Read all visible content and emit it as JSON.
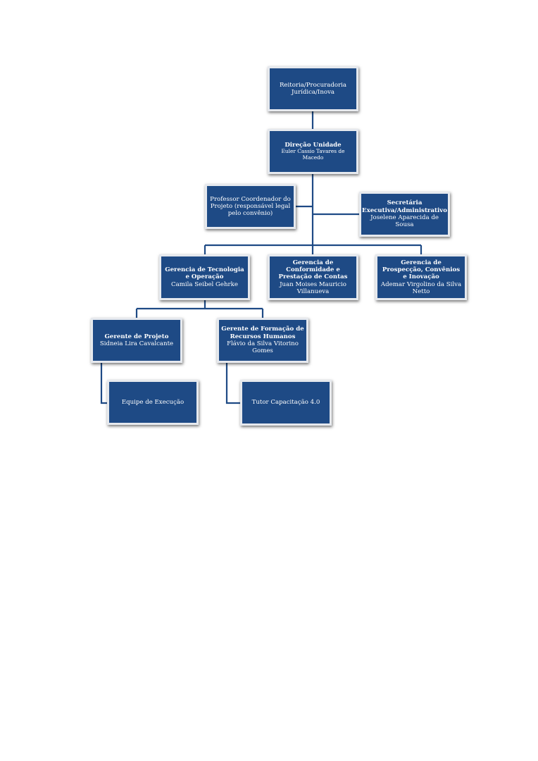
{
  "colors": {
    "box_fill": "#1e4a85",
    "box_border": "#e6e9ee",
    "box_text": "#ffffff",
    "connector": "#1e4a85",
    "background": "#ffffff"
  },
  "nodes": {
    "reitoria": {
      "text": "Reitoria/Procuradoria Jurídica/Inova"
    },
    "direcao": {
      "title": "Direção Unidade",
      "person": "Euler Cassio Tavares de Macedo"
    },
    "professor": {
      "text": "Professor Coordenador do Projeto (responsável legal pelo convênio)"
    },
    "secretaria": {
      "title": "Secretária Executiva/Administrativo",
      "person": "Joselene Aparecida de Sousa"
    },
    "gerencia_tecnologia": {
      "title": "Gerencia de Tecnologia e Operação",
      "person": "Camila Seibel Gehrke"
    },
    "gerencia_conformidade": {
      "title": "Gerencia de Conformidade e Prestação de Contas",
      "person": "Juan Moises Mauricio Villanueva"
    },
    "gerencia_prospeccao": {
      "title": "Gerencia de Prospecção, Convênios e Inovação",
      "person": "Ademar Virgolino da Silva Netto"
    },
    "gerente_projeto": {
      "title": "Gerente de Projeto",
      "person": "Sidneia Lira Cavalcante"
    },
    "gerente_formacao": {
      "title": "Gerente de Formação de Recursos Humanos",
      "person": "Flávio da Silva Vitorino Gomes"
    },
    "equipe": {
      "text": "Equipe de Execução"
    },
    "tutor": {
      "text": "Tutor Capacitação 4.0"
    }
  }
}
